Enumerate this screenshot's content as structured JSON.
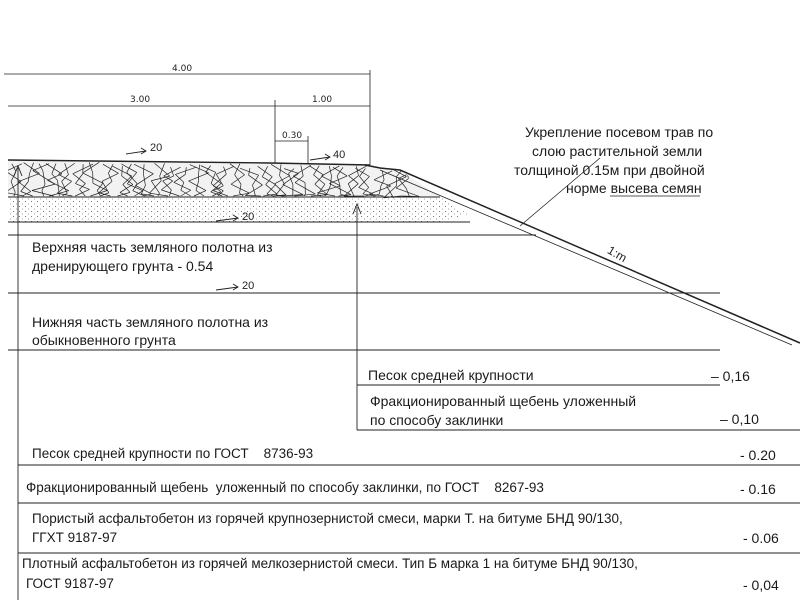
{
  "dimensions": {
    "total": "4.00",
    "left": "3.00",
    "right": "1.00",
    "shoulder": "0.30"
  },
  "slopes": {
    "road_top": "20",
    "shoulder_top": "40",
    "drainage_bottom": "20",
    "subgrade_top": "20",
    "embankment": "1:m"
  },
  "annotation_vegetation": [
    "Укрепление посевом трав по",
    "слою растительной земли",
    "толщиной 0.15м при двойной",
    "норме высева семян"
  ],
  "zones": {
    "upper_subgrade": [
      "Верхняя часть земляного полотна из",
      "дренирующего грунта - 0.54"
    ],
    "lower_subgrade": [
      "Нижняя часть земляного полотна из",
      "обыкновенного грунта"
    ]
  },
  "shoulder_layers": [
    {
      "name": [
        "Песок средней крупности"
      ],
      "thickness": "– 0,16"
    },
    {
      "name": [
        "Фракционированный щебень уложенный",
        "по способу заклинки"
      ],
      "thickness": "– 0,10"
    }
  ],
  "road_layers": [
    {
      "name": [
        "Песок средней крупности по ГОСТ    8736-93"
      ],
      "thickness": "- 0.20"
    },
    {
      "name": [
        "Фракционированный щебень  уложенный по способу заклинки, по ГОСТ    8267-93"
      ],
      "thickness": "- 0.16"
    },
    {
      "name": [
        "Пористый асфальтобетон из горячей крупнозернистой смеси, марки Т. на битуме БНД 90/130,",
        "ГГХТ 9187-97"
      ],
      "thickness": "- 0.06"
    },
    {
      "name": [
        "Плотный асфальтобетон из горячей мелкозернистой смеси. Тип Б марка 1 на битуме БНД 90/130,",
        "ГОСТ 9187-97"
      ],
      "thickness": "- 0,04"
    }
  ]
}
